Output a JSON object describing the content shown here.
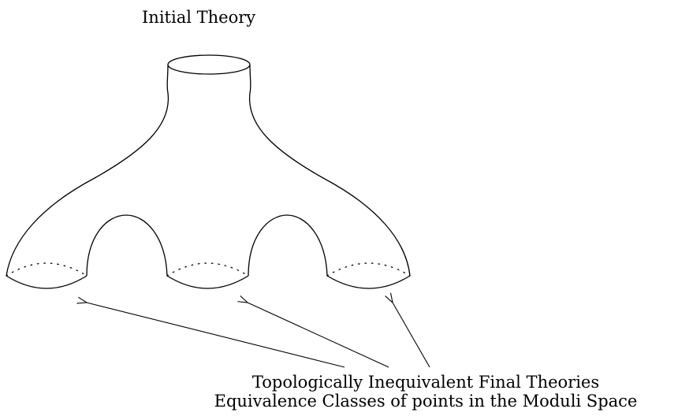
{
  "figure": {
    "top_label": "Initial Theory",
    "caption_line_1": "Topologically Inequivalent Final Theories",
    "caption_line_2": "Equivalence Classes of points in the Moduli Space",
    "stroke_color": "#000000",
    "background_color": "#ffffff"
  }
}
